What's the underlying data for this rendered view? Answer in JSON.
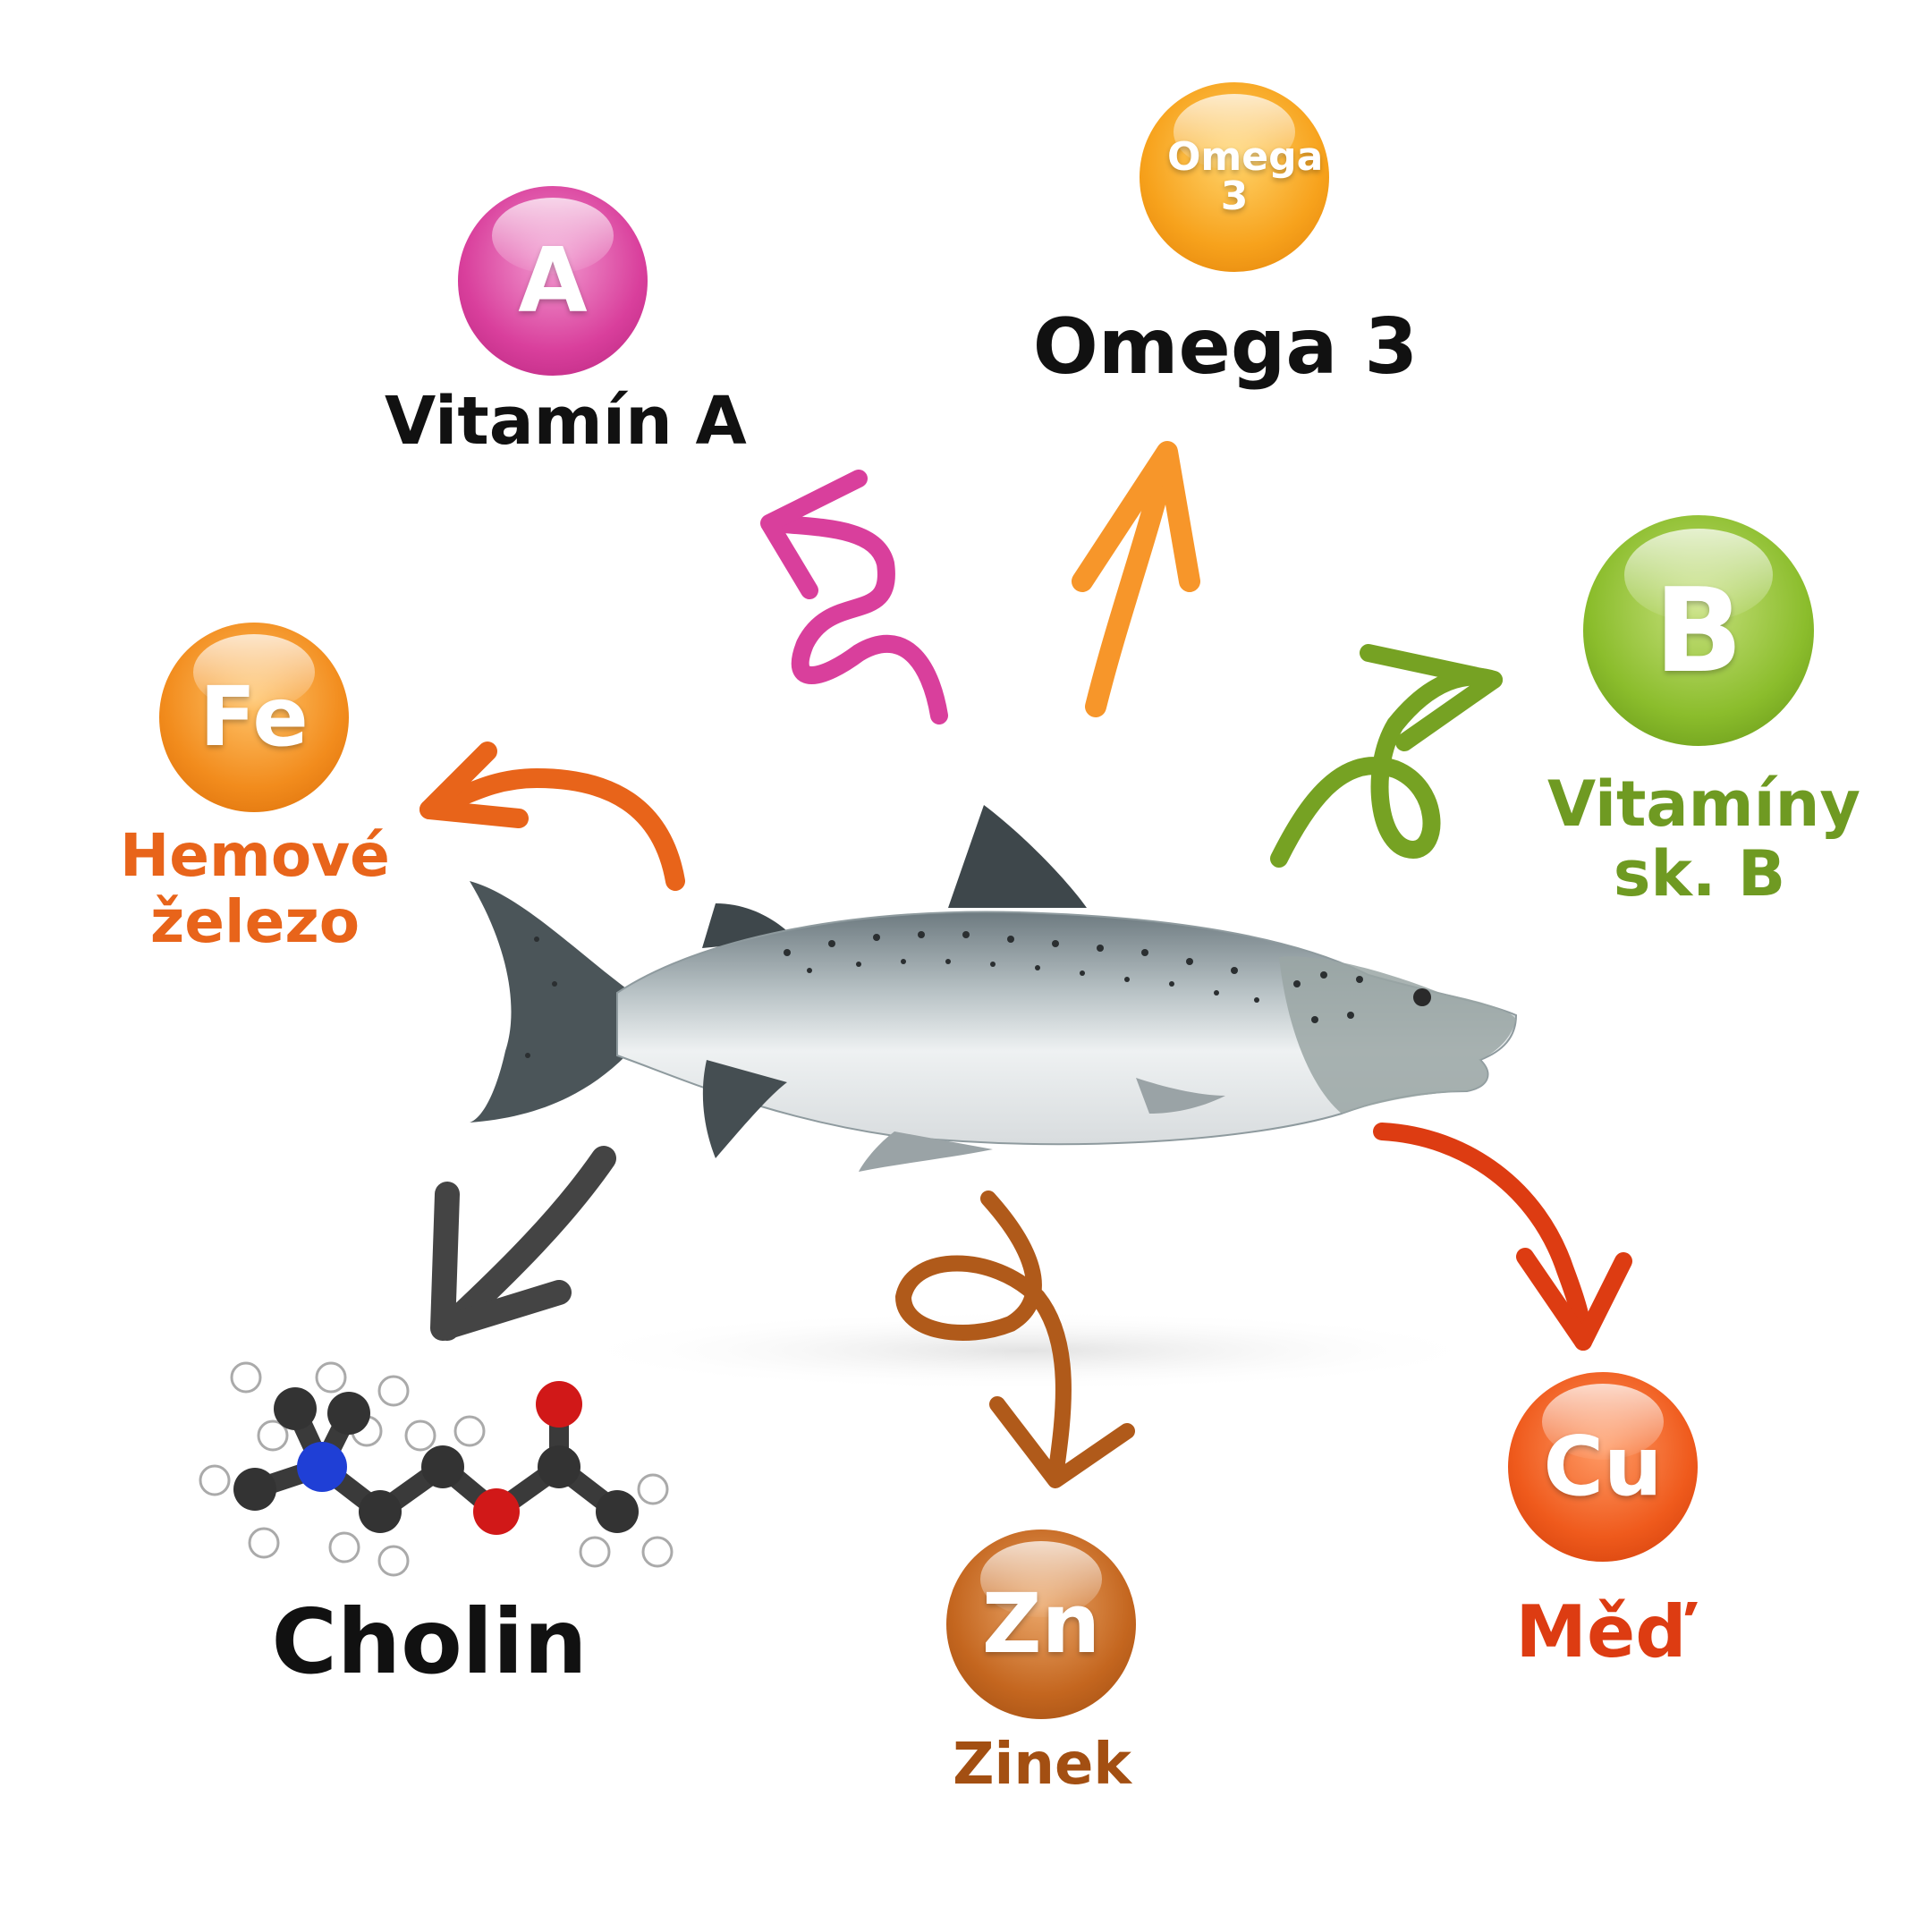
{
  "nutrients": [
    {
      "id": "vitamin-a",
      "symbol": "A",
      "label": "Vitamín A",
      "color": "#d93f9c",
      "label_color": "#111111"
    },
    {
      "id": "omega-3",
      "symbol": "Omega 3",
      "label": "Omega 3",
      "color": "#f7a21c",
      "label_color": "#111111"
    },
    {
      "id": "vitamin-b",
      "symbol": "B",
      "label": "Vitamíny sk. B",
      "color": "#7fb02a",
      "label_color": "#6f9a22"
    },
    {
      "id": "iron",
      "symbol": "Fe",
      "label": "Hemové železo",
      "color": "#f28c1d",
      "label_color": "#e8641a"
    },
    {
      "id": "choline",
      "symbol": "",
      "label": "Cholin",
      "color": "#333333",
      "label_color": "#111111"
    },
    {
      "id": "zinc",
      "symbol": "Zn",
      "label": "Zinek",
      "color": "#c4661f",
      "label_color": "#a34f12"
    },
    {
      "id": "copper",
      "symbol": "Cu",
      "label": "Měď",
      "color": "#ef5a1c",
      "label_color": "#dd3c12"
    }
  ],
  "arrow_colors": {
    "vitamin-a": "#d93f9c",
    "omega-3": "#f7962a",
    "vitamin-b": "#76a223",
    "iron": "#e8641a",
    "choline": "#444444",
    "zinc": "#b05a1a",
    "copper": "#dd3c12"
  },
  "icons": [
    "salmon-fish-icon",
    "choline-molecule-icon"
  ]
}
